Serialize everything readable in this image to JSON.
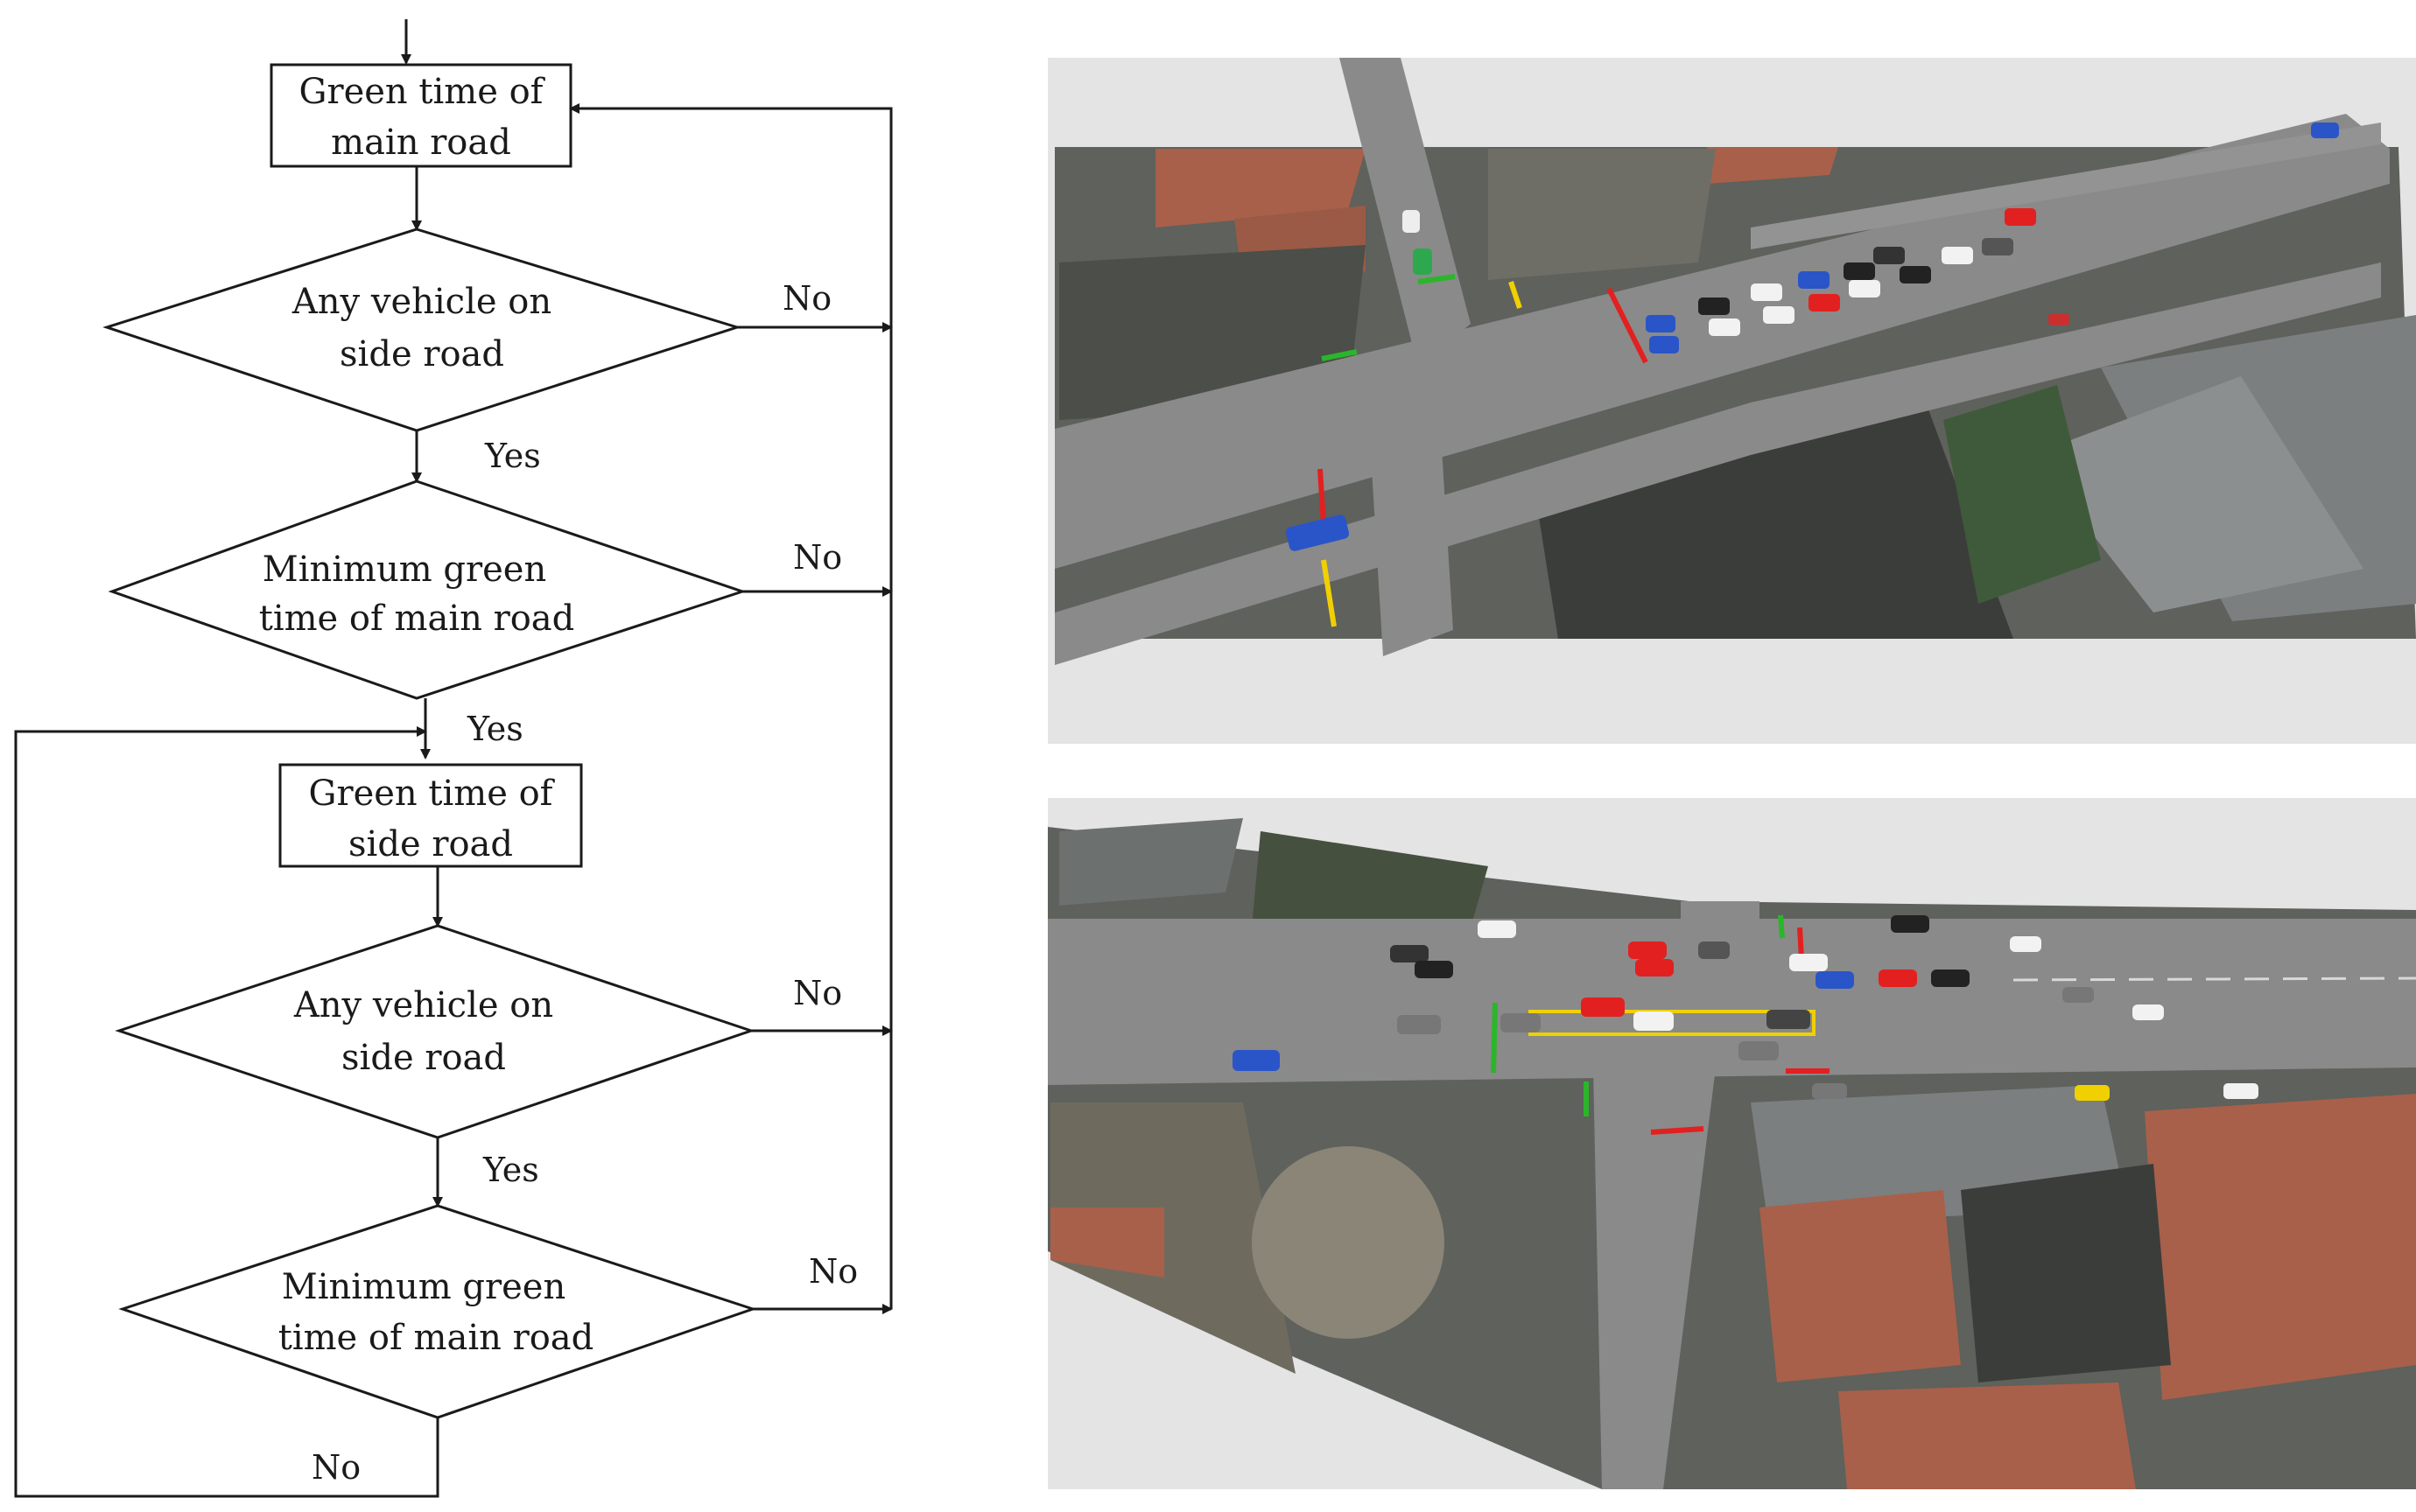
{
  "flowchart": {
    "nodes": {
      "green_main": [
        "Green time of",
        "main road"
      ],
      "vehicle_side_1": [
        "Any vehicle on",
        "side road"
      ],
      "min_green_1": [
        "Minimum green",
        "time of main road"
      ],
      "green_side": [
        "Green time of",
        "side road"
      ],
      "vehicle_side_2": [
        "Any vehicle on",
        "side road"
      ],
      "min_green_2": [
        "Minimum green",
        "time of main road"
      ]
    },
    "labels": {
      "no_1": "No",
      "yes_1": "Yes",
      "no_2": "No",
      "yes_2": "Yes",
      "no_3": "No",
      "yes_3": "Yes",
      "no_4": "No",
      "no_5": "No"
    }
  },
  "colors": {
    "ground": "#8d8d8d",
    "road": "#8a8a8a",
    "background_plane": "#e4e4e4",
    "roof": "#a8604a",
    "park": "#6f6a5e",
    "signal_red": "#e32020",
    "signal_green": "#2bb52b",
    "signal_yellow": "#f0d000"
  }
}
